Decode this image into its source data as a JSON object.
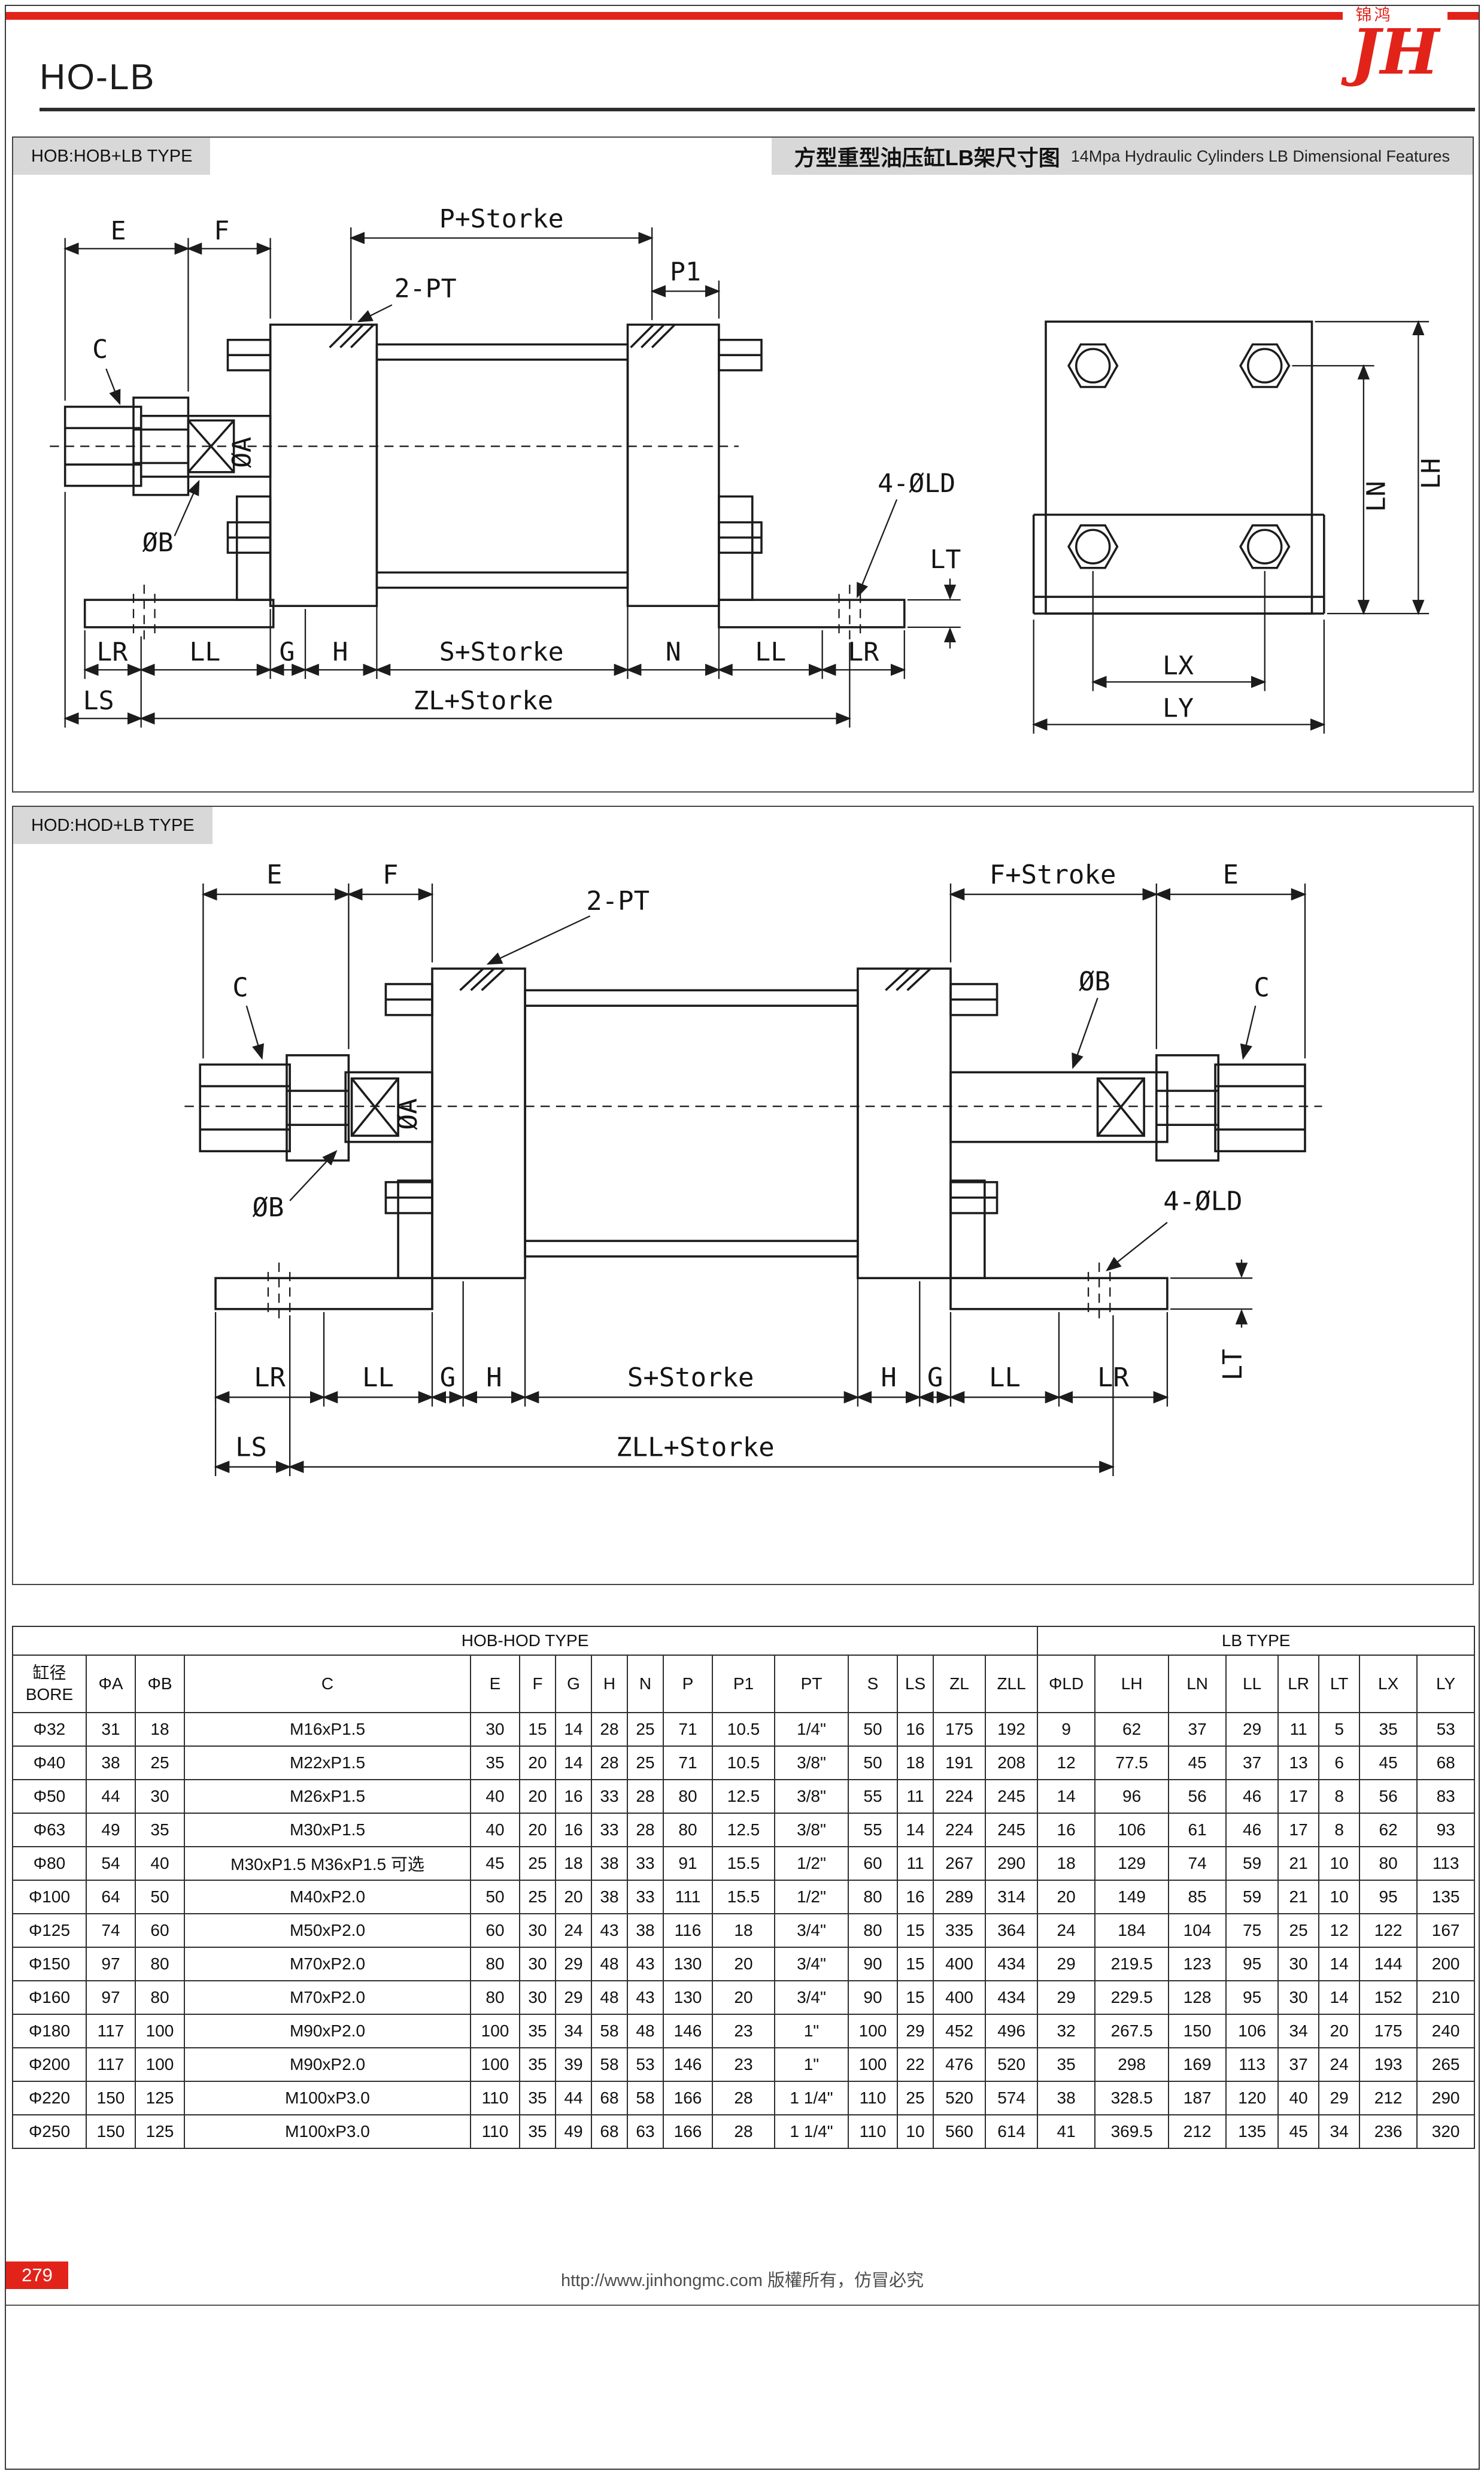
{
  "page": {
    "title": "HO-LB",
    "logo": {
      "cn": "锦鸿",
      "jh": "JH"
    },
    "footer": {
      "page_number": "279",
      "copyright": "http://www.jinhongmc.com 版權所有，仿冒必究"
    }
  },
  "panels": {
    "hob": {
      "label": "HOB:HOB+LB TYPE",
      "title_cn": "方型重型油压缸LB架尺寸图",
      "title_en": "14Mpa Hydraulic Cylinders LB Dimensional Features"
    },
    "hod": {
      "label": "HOD:HOD+LB TYPE"
    }
  },
  "drawing1": {
    "e": "E",
    "f": "F",
    "p_storke": "P+Storke",
    "pt": "2-PT",
    "p1": "P1",
    "c": "C",
    "phi_a": "ØA",
    "phi_b": "ØB",
    "ld": "4-ØLD",
    "lt": "LT",
    "lr": "LR",
    "ll": "LL",
    "g": "G",
    "h": "H",
    "s_storke": "S+Storke",
    "n": "N",
    "ls": "LS",
    "zl": "ZL+Storke",
    "lh": "LH",
    "ln": "LN",
    "lx": "LX",
    "ly": "LY"
  },
  "drawing2": {
    "e": "E",
    "f": "F",
    "pt": "2-PT",
    "f_stroke": "F+Stroke",
    "c": "C",
    "phi_a": "ØA",
    "phi_b": "ØB",
    "ld": "4-ØLD",
    "lt": "LT",
    "lr": "LR",
    "ll": "LL",
    "g": "G",
    "h": "H",
    "s_storke": "S+Storke",
    "ls": "LS",
    "zll": "ZLL+Storke"
  },
  "table": {
    "group_headers": [
      {
        "label": "HOB-HOD TYPE",
        "span": 16
      },
      {
        "label": "LB TYPE",
        "span": 8
      }
    ],
    "columns": [
      "缸径|BORE",
      "ΦA",
      "ΦB",
      "C",
      "E",
      "F",
      "G",
      "H",
      "N",
      "P",
      "P1",
      "PT",
      "S",
      "LS",
      "ZL",
      "ZLL",
      "ΦLD",
      "LH",
      "LN",
      "LL",
      "LR",
      "LT",
      "LX",
      "LY"
    ],
    "rows": [
      [
        "Φ32",
        "31",
        "18",
        "M16xP1.5",
        "30",
        "15",
        "14",
        "28",
        "25",
        "71",
        "10.5",
        "1/4\"",
        "50",
        "16",
        "175",
        "192",
        "9",
        "62",
        "37",
        "29",
        "11",
        "5",
        "35",
        "53"
      ],
      [
        "Φ40",
        "38",
        "25",
        "M22xP1.5",
        "35",
        "20",
        "14",
        "28",
        "25",
        "71",
        "10.5",
        "3/8\"",
        "50",
        "18",
        "191",
        "208",
        "12",
        "77.5",
        "45",
        "37",
        "13",
        "6",
        "45",
        "68"
      ],
      [
        "Φ50",
        "44",
        "30",
        "M26xP1.5",
        "40",
        "20",
        "16",
        "33",
        "28",
        "80",
        "12.5",
        "3/8\"",
        "55",
        "11",
        "224",
        "245",
        "14",
        "96",
        "56",
        "46",
        "17",
        "8",
        "56",
        "83"
      ],
      [
        "Φ63",
        "49",
        "35",
        "M30xP1.5",
        "40",
        "20",
        "16",
        "33",
        "28",
        "80",
        "12.5",
        "3/8\"",
        "55",
        "14",
        "224",
        "245",
        "16",
        "106",
        "61",
        "46",
        "17",
        "8",
        "62",
        "93"
      ],
      [
        "Φ80",
        "54",
        "40",
        "M30xP1.5  M36xP1.5  可选",
        "45",
        "25",
        "18",
        "38",
        "33",
        "91",
        "15.5",
        "1/2\"",
        "60",
        "11",
        "267",
        "290",
        "18",
        "129",
        "74",
        "59",
        "21",
        "10",
        "80",
        "113"
      ],
      [
        "Φ100",
        "64",
        "50",
        "M40xP2.0",
        "50",
        "25",
        "20",
        "38",
        "33",
        "111",
        "15.5",
        "1/2\"",
        "80",
        "16",
        "289",
        "314",
        "20",
        "149",
        "85",
        "59",
        "21",
        "10",
        "95",
        "135"
      ],
      [
        "Φ125",
        "74",
        "60",
        "M50xP2.0",
        "60",
        "30",
        "24",
        "43",
        "38",
        "116",
        "18",
        "3/4\"",
        "80",
        "15",
        "335",
        "364",
        "24",
        "184",
        "104",
        "75",
        "25",
        "12",
        "122",
        "167"
      ],
      [
        "Φ150",
        "97",
        "80",
        "M70xP2.0",
        "80",
        "30",
        "29",
        "48",
        "43",
        "130",
        "20",
        "3/4\"",
        "90",
        "15",
        "400",
        "434",
        "29",
        "219.5",
        "123",
        "95",
        "30",
        "14",
        "144",
        "200"
      ],
      [
        "Φ160",
        "97",
        "80",
        "M70xP2.0",
        "80",
        "30",
        "29",
        "48",
        "43",
        "130",
        "20",
        "3/4\"",
        "90",
        "15",
        "400",
        "434",
        "29",
        "229.5",
        "128",
        "95",
        "30",
        "14",
        "152",
        "210"
      ],
      [
        "Φ180",
        "117",
        "100",
        "M90xP2.0",
        "100",
        "35",
        "34",
        "58",
        "48",
        "146",
        "23",
        "1\"",
        "100",
        "29",
        "452",
        "496",
        "32",
        "267.5",
        "150",
        "106",
        "34",
        "20",
        "175",
        "240"
      ],
      [
        "Φ200",
        "117",
        "100",
        "M90xP2.0",
        "100",
        "35",
        "39",
        "58",
        "53",
        "146",
        "23",
        "1\"",
        "100",
        "22",
        "476",
        "520",
        "35",
        "298",
        "169",
        "113",
        "37",
        "24",
        "193",
        "265"
      ],
      [
        "Φ220",
        "150",
        "125",
        "M100xP3.0",
        "110",
        "35",
        "44",
        "68",
        "58",
        "166",
        "28",
        "1 1/4\"",
        "110",
        "25",
        "520",
        "574",
        "38",
        "328.5",
        "187",
        "120",
        "40",
        "29",
        "212",
        "290"
      ],
      [
        "Φ250",
        "150",
        "125",
        "M100xP3.0",
        "110",
        "35",
        "49",
        "68",
        "63",
        "166",
        "28",
        "1 1/4\"",
        "110",
        "10",
        "560",
        "614",
        "41",
        "369.5",
        "212",
        "135",
        "45",
        "34",
        "236",
        "320"
      ]
    ]
  }
}
